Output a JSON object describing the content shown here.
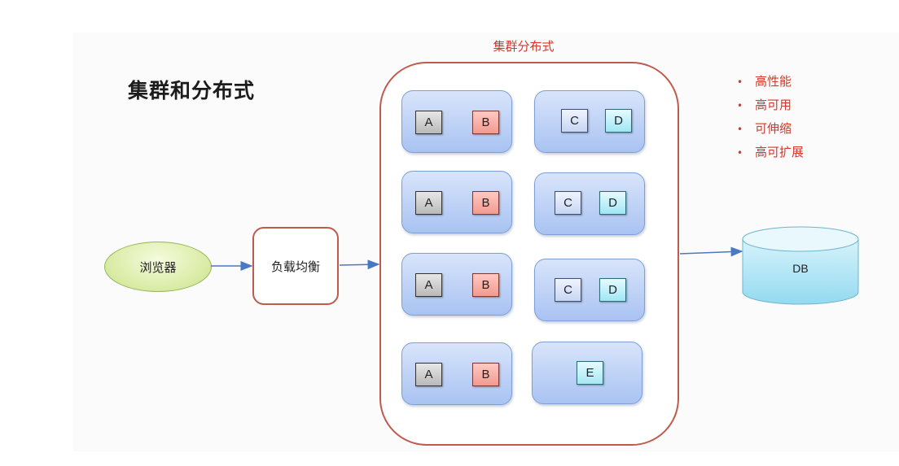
{
  "title": "集群和分布式",
  "cluster_label": "集群分布式",
  "browser_label": "浏览器",
  "load_balancer_label": "负载均衡",
  "database_label": "DB",
  "features": [
    "高性能",
    "高可用",
    "可伸缩",
    "高可扩展"
  ],
  "bullet_char": "•",
  "nodes": [
    {
      "left": [
        "A",
        "B"
      ],
      "right": [
        "C",
        "D"
      ]
    },
    {
      "left": [
        "A",
        "B"
      ],
      "right": [
        "C",
        "D"
      ]
    },
    {
      "left": [
        "A",
        "B"
      ],
      "right": [
        "C",
        "D"
      ]
    },
    {
      "left": [
        "A",
        "B"
      ],
      "right": [
        "E"
      ]
    }
  ],
  "colors": {
    "accent_red": "#d2382b",
    "node_blue": "#a9c3f2",
    "browser_green": "#dcedaa",
    "db_cyan": "#a8e3f3",
    "arrow_blue": "#4a78c2"
  }
}
